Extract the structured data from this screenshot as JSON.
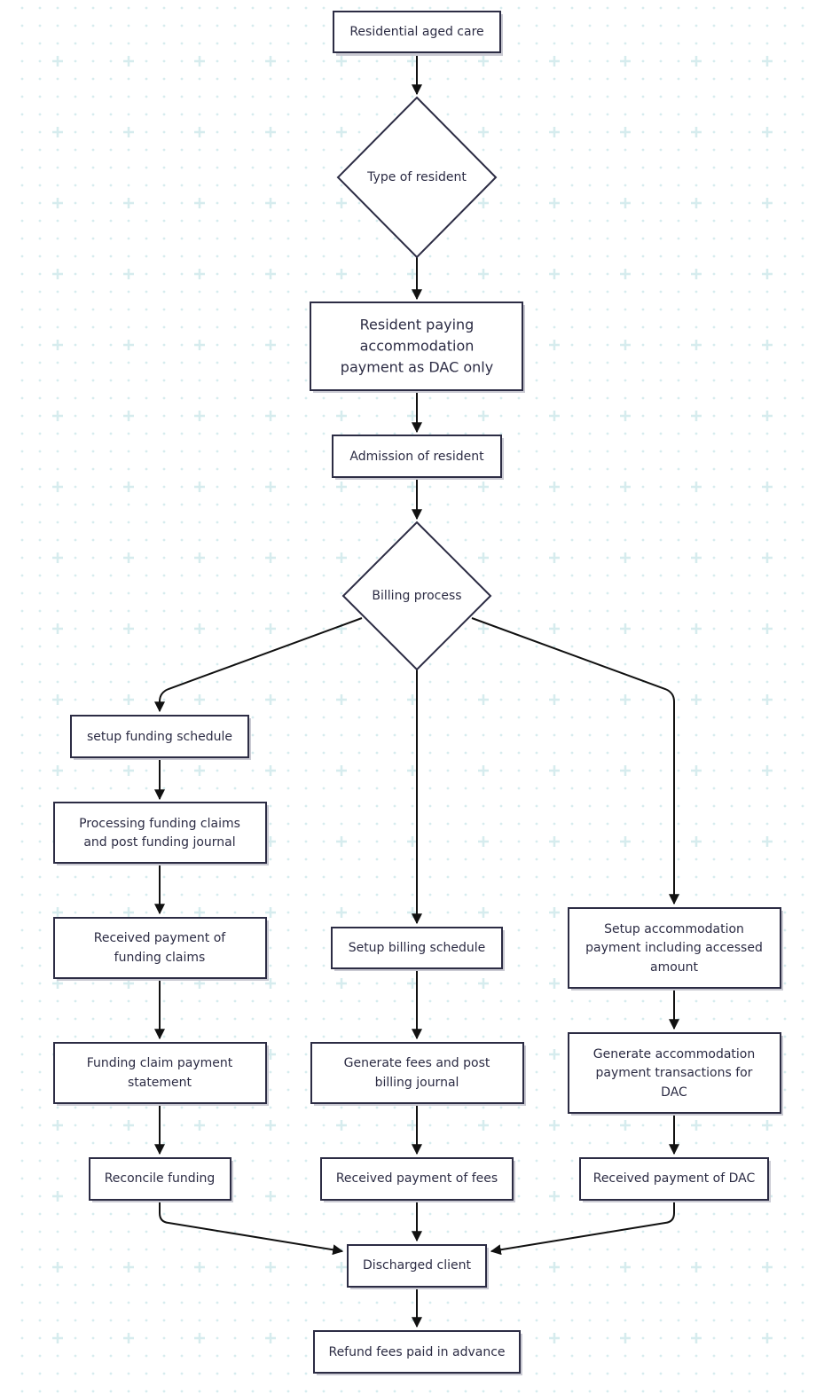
{
  "nodes": {
    "residential_aged_care": "Residential aged care",
    "type_of_resident": "Type of resident",
    "resident_paying": [
      "Resident paying",
      "accommodation",
      "payment as DAC only"
    ],
    "admission": "Admission of resident",
    "billing_process": "Billing process",
    "setup_funding_schedule": "setup funding schedule",
    "processing_funding_claims": [
      "Processing funding claims",
      "and post funding journal"
    ],
    "received_payment_funding_claims": [
      "Received payment of",
      "funding claims"
    ],
    "funding_claim_statement": [
      "Funding claim payment",
      "statement"
    ],
    "reconcile_funding": "Reconcile funding",
    "setup_billing_schedule": "Setup billing schedule",
    "generate_fees": [
      "Generate fees and post",
      "billing journal"
    ],
    "received_payment_fees": "Received payment of fees",
    "setup_accommodation": [
      "Setup accommodation",
      "payment including accessed",
      "amount"
    ],
    "generate_accommodation": [
      "Generate accommodation",
      "payment transactions for",
      "DAC"
    ],
    "received_payment_dac": "Received payment of DAC",
    "discharged_client": "Discharged client",
    "refund_fees": "Refund fees paid in advance"
  },
  "colors": {
    "node_stroke": "#2c2c44",
    "edge": "#111111",
    "grid": "#d6ecee"
  }
}
